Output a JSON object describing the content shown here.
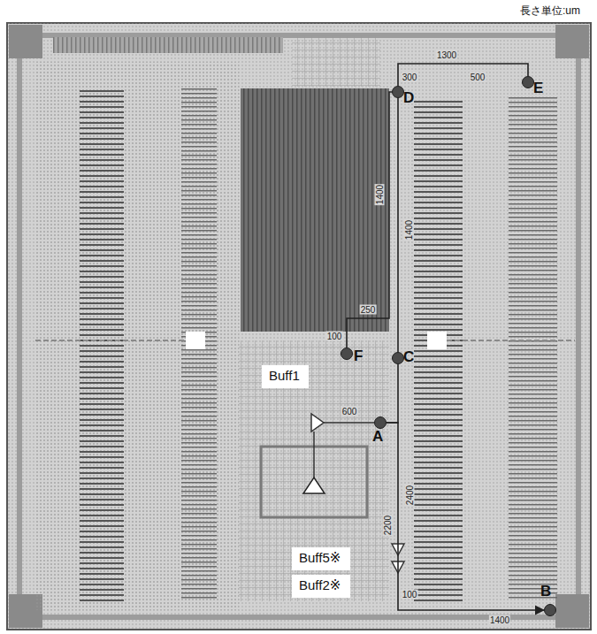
{
  "diagram": {
    "nodes": [
      {
        "text": [
          "E"
        ]
      },
      {
        "text": [
          "D"
        ]
      },
      {
        "text": [
          "F"
        ]
      },
      {
        "text": [
          "C"
        ]
      },
      {
        "text": [
          "Buff1"
        ]
      },
      {
        "text": [
          "A"
        ]
      },
      {
        "text": [
          "Buff5※"
        ]
      },
      {
        "text": [
          "Buff2※"
        ]
      },
      {
        "text": [
          "B"
        ]
      }
    ],
    "edges": [
      {
        "from": 1,
        "to": 0,
        "arrow": "none"
      },
      {
        "from": 1,
        "to": 2,
        "arrow": "none"
      },
      {
        "from": 3,
        "to": 1,
        "arrow": "none"
      },
      {
        "from": 5,
        "to": 3,
        "arrow": "none"
      },
      {
        "from": 5,
        "to": 8,
        "arrow": "to"
      }
    ],
    "labels": [
      "長さ単位:um",
      "1300",
      "300",
      "500",
      "1400",
      "250",
      "100",
      "1400",
      "600",
      "2400",
      "2200",
      "100",
      "1400"
    ]
  }
}
